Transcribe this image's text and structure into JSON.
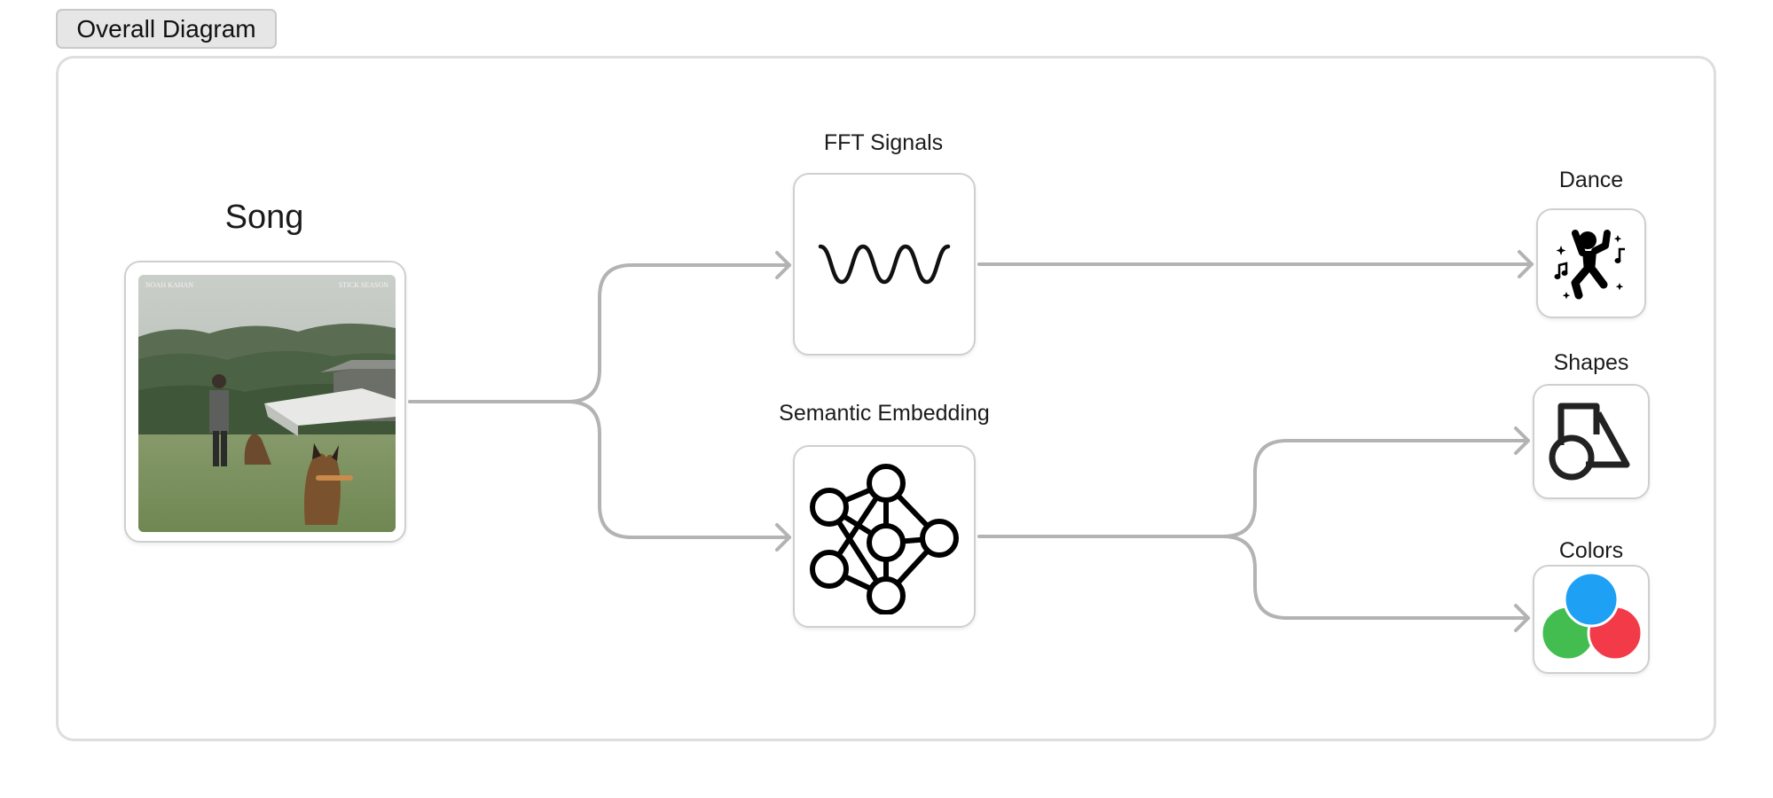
{
  "tab": {
    "label": "Overall Diagram"
  },
  "nodes": {
    "song": {
      "label": "Song",
      "album": {
        "artist": "NOAH KAHAN",
        "title": "STICK SEASON"
      }
    },
    "fft": {
      "label": "FFT Signals",
      "icon": "sine-wave-icon"
    },
    "embedding": {
      "label": "Semantic Embedding",
      "icon": "neural-network-icon"
    },
    "dance": {
      "label": "Dance",
      "icon": "dancing-person-icon"
    },
    "shapes": {
      "label": "Shapes",
      "icon": "shapes-icon"
    },
    "colors": {
      "label": "Colors",
      "icon": "color-circles-icon",
      "palette": [
        "#1ea0f5",
        "#43bd4f",
        "#f23a49"
      ]
    }
  },
  "theme": {
    "connector": "#b3b3b3",
    "border": "#dedede"
  }
}
